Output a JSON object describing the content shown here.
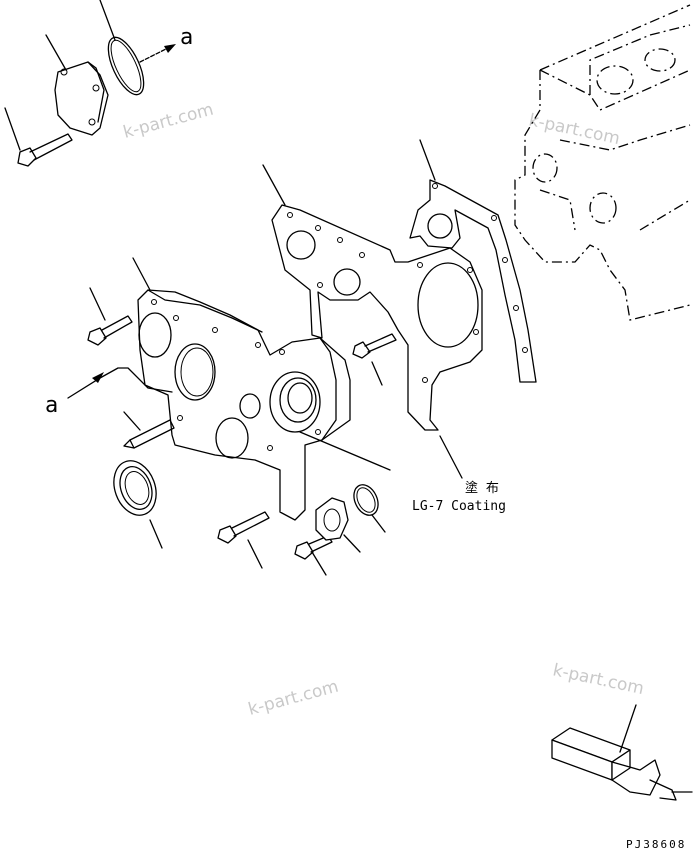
{
  "labels": {
    "ref_a_top": "a",
    "ref_a_left": "a",
    "coating_jp": "塗 布",
    "coating_en": "LG-7 Coating",
    "drawing_code": "PJ38608"
  },
  "watermark": {
    "text": "k-part.com",
    "color": "#c9c9c9"
  },
  "icons": {
    "arrow": "arrow-icon",
    "bolt": "bolt-icon",
    "tool": "installation-tool-icon"
  }
}
